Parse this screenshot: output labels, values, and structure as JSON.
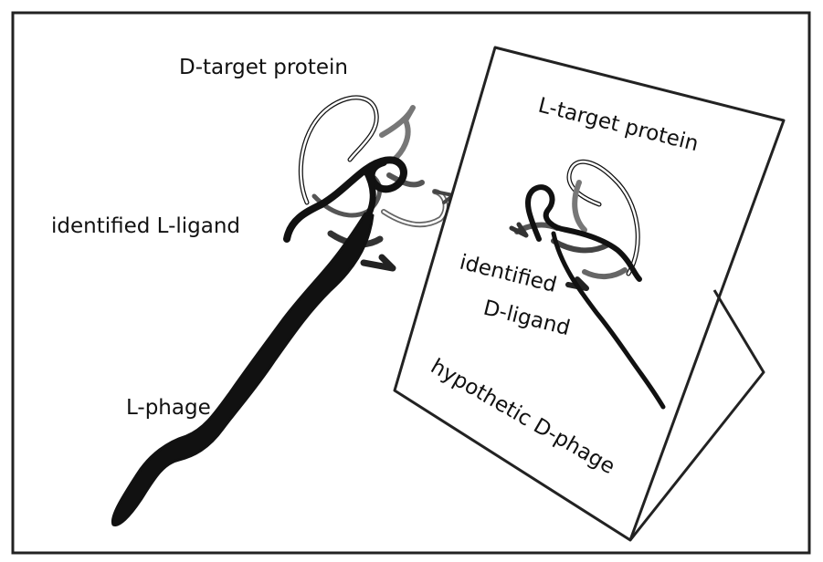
{
  "labels": {
    "d_target_protein": "D-target protein",
    "identified_l_ligand": "identified L-ligand",
    "l_phage": "L-phage",
    "l_target_protein": "L-target protein",
    "identified": "identified",
    "d_ligand": "D-ligand",
    "hypothetic_d_phage": "hypothetic D-phage"
  },
  "colors": {
    "ink": "#111111",
    "ribbon_gray": "#8a8a8a",
    "background": "#ffffff"
  }
}
